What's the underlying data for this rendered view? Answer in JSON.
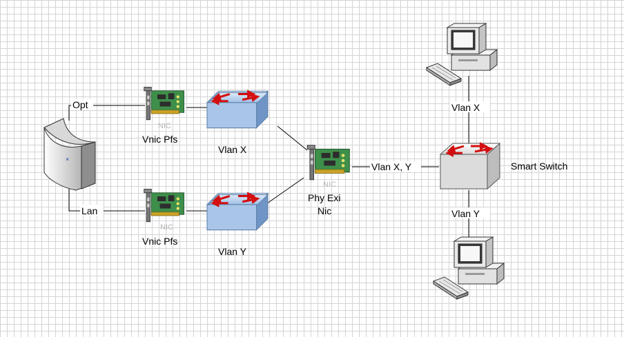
{
  "labels": {
    "opt": "Opt",
    "lan": "Lan",
    "nic_pfs_top": "Vnic Pfs",
    "nic_pfs_bottom": "Vnic Pfs",
    "switch_x": "Vlan X",
    "switch_y": "Vlan Y",
    "phy_nic_line1": "Phy Exi",
    "phy_nic_line2": "Nic",
    "trunk": "Vlan X, Y",
    "smart_switch": "Smart Switch",
    "pc_top_link": "Vlan X",
    "pc_bottom_link": "Vlan Y",
    "nic_text": "NIC"
  },
  "icons": {
    "firewall": "firewall-icon",
    "nic": "nic-card-icon",
    "switch": "switch-icon",
    "pc": "workstation-icon"
  },
  "colors": {
    "switch_fill": "#a9c6e8",
    "smart_switch_fill": "#ececec",
    "nic_board": "#3e8f4a",
    "arrow_red": "#d40f0f"
  }
}
